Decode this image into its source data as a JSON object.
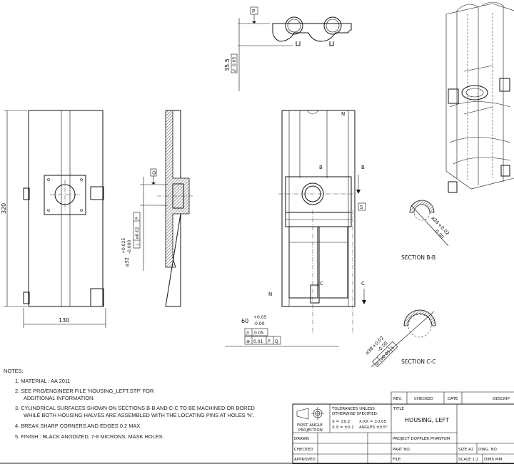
{
  "drawing": {
    "top_view": {
      "datum": "P",
      "dim": "35.5",
      "fcf_symbol": "//",
      "fcf_value": "0.05"
    },
    "front_view": {
      "height": "320",
      "width": "130"
    },
    "side_view": {
      "datum": "Q",
      "dia": "⌀32",
      "tol_upper": "+0.025",
      "tol_lower": "-0.000",
      "fcf_symbol": "⊥",
      "fcf_value": "⌀0.02",
      "fcf_datum": "P"
    },
    "main_view": {
      "hole_label_1": "N",
      "hole_label_2": "N",
      "section_b_1": "B",
      "section_b_2": "B",
      "datum_s": "S",
      "section_c_1": "C",
      "section_c_2": "C",
      "dim": "60",
      "tol_upper": "+0.05",
      "tol_lower": "-0.00",
      "fcf1_symbol": "//",
      "fcf1_value": "0.05",
      "fcf2_symbol": "⊕",
      "fcf2_value": "0.01",
      "fcf2_datum1": "P",
      "fcf2_datum2": "Q"
    },
    "section_bb": {
      "dia": "⌀26",
      "tol_upper": "+0.02",
      "tol_lower": "-0.00",
      "label": "SECTION  B-B"
    },
    "section_cc": {
      "dia": "⌀38",
      "tol_upper": "+0.02",
      "tol_lower": "-0.00",
      "fcf_symbol": "◎",
      "fcf_value": "⌀0.05",
      "fcf_datum": "S",
      "label": "SECTION  C-C"
    }
  },
  "notes": {
    "heading": "NOTES:",
    "items": [
      "1.  MATERIAL : AA 2011",
      "2.  SEE PRO/ENGINEER FILE 'HOUSING_LEFT.STP' FOR",
      "ADDITIONAL INFORMATION.",
      "3.  CYLINDRICAL SURFACES SHOWN ON SECTIONS B-B AND C-C TO BE MACHINED OR BORED",
      "WHILE BOTH HOUSING HALVES ARE ASSEMBLED WITH THE LOCATING PINS AT HOLES 'N'.",
      "4.  BREAK SHARP CORNERS AND EDGES 0.2 MAX.",
      "5.  FINISH : BLACK ANODIZED, 7-8 MICRONS, MASK HOLES."
    ]
  },
  "title_block": {
    "rev": "REV.",
    "checked_col": "CHECKED",
    "date": "DATE",
    "description": "DESCRIP",
    "projection_1": "FIRST ANGLE",
    "projection_2": "PROJECTION",
    "tol_1": "TOLERANCES UNLESS",
    "tol_2": "OTHERWISE SPECIFIED:",
    "tol_x": "X     = ±0.2",
    "tol_xx": "X.X   = ±0.1",
    "tol_xxx": "X.XX  = ±0.05",
    "tol_ang": "ANGLES ±0.5°",
    "title_label": "TITLE",
    "title": "HOUSING, LEFT",
    "drawn": "DRAWN",
    "checked": "CHECKED",
    "approved": "APPROVED",
    "project": "PROJECT  DOPPLER PHANTOM",
    "part_no": "PART NO.",
    "file": "FILE",
    "size": "SIZE A2",
    "dwg_no": "DWG. NO.",
    "scale": "SCALE   1:2",
    "dims": "DIMS MM"
  }
}
